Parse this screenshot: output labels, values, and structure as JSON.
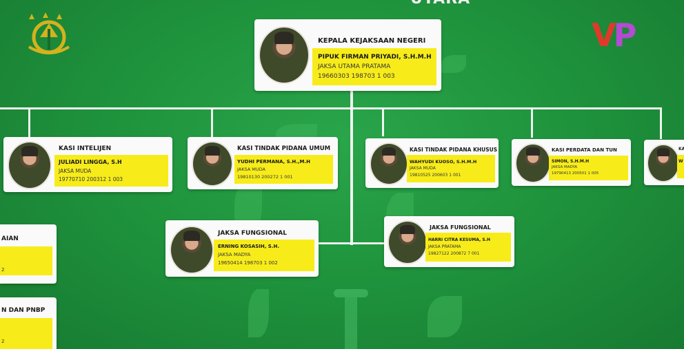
{
  "header": {
    "cut_title": "UTARA"
  },
  "logo_tr": {
    "brand": "VP"
  },
  "chief": {
    "title": "KEPALA KEJAKSAAN NEGERI",
    "name": "PIPUK FIRMAN PRIYADI, S.H.M.H",
    "rank": "JAKSA UTAMA PRATAMA",
    "nip": "19660303 198703 1 003"
  },
  "units": [
    {
      "title": "KASI INTELIJEN",
      "name": "JULIADI LINGGA, S.H",
      "rank": "JAKSA MUDA",
      "nip": "19770710 200312 1 003"
    },
    {
      "title": "KASI TINDAK PIDANA UMUM",
      "name": "YUDHI PERMANA, S.H.,M.H",
      "rank": "JAKSA MUDA",
      "nip": "19810130 200272 1 001"
    },
    {
      "title": "KASI TINDAK PIDANA KHUSUS",
      "name": "WAHYUDI KUOSO, S.H.M.H",
      "rank": "JAKSA MUDA",
      "nip": "19810525 200603 1 001"
    },
    {
      "title": "KASI PERDATA DAN TUN",
      "name": "SIMON, S.H.M.H",
      "rank": "JAKSA MADYA",
      "nip": "19790413 200501 1 005"
    },
    {
      "title": "KA",
      "name": "W",
      "rank": "",
      "nip": ""
    }
  ],
  "functional": [
    {
      "title": "JAKSA FUNGSIONAL",
      "name": "ERNING KOSASIH, S.H.",
      "rank": "JAKSA MADYA",
      "nip": "19650414 198703 1 002"
    },
    {
      "title": "JAKSA FUNGSIONAL",
      "name": "HARRI CITRA KESUMA, S.H",
      "rank": "JAKSA PRATAMA",
      "nip": "19827122 200872 7 001"
    }
  ],
  "left_cards": [
    {
      "title": "AIAN",
      "nip": "2"
    },
    {
      "title": "N DAN PNBP",
      "nip": "2"
    }
  ]
}
